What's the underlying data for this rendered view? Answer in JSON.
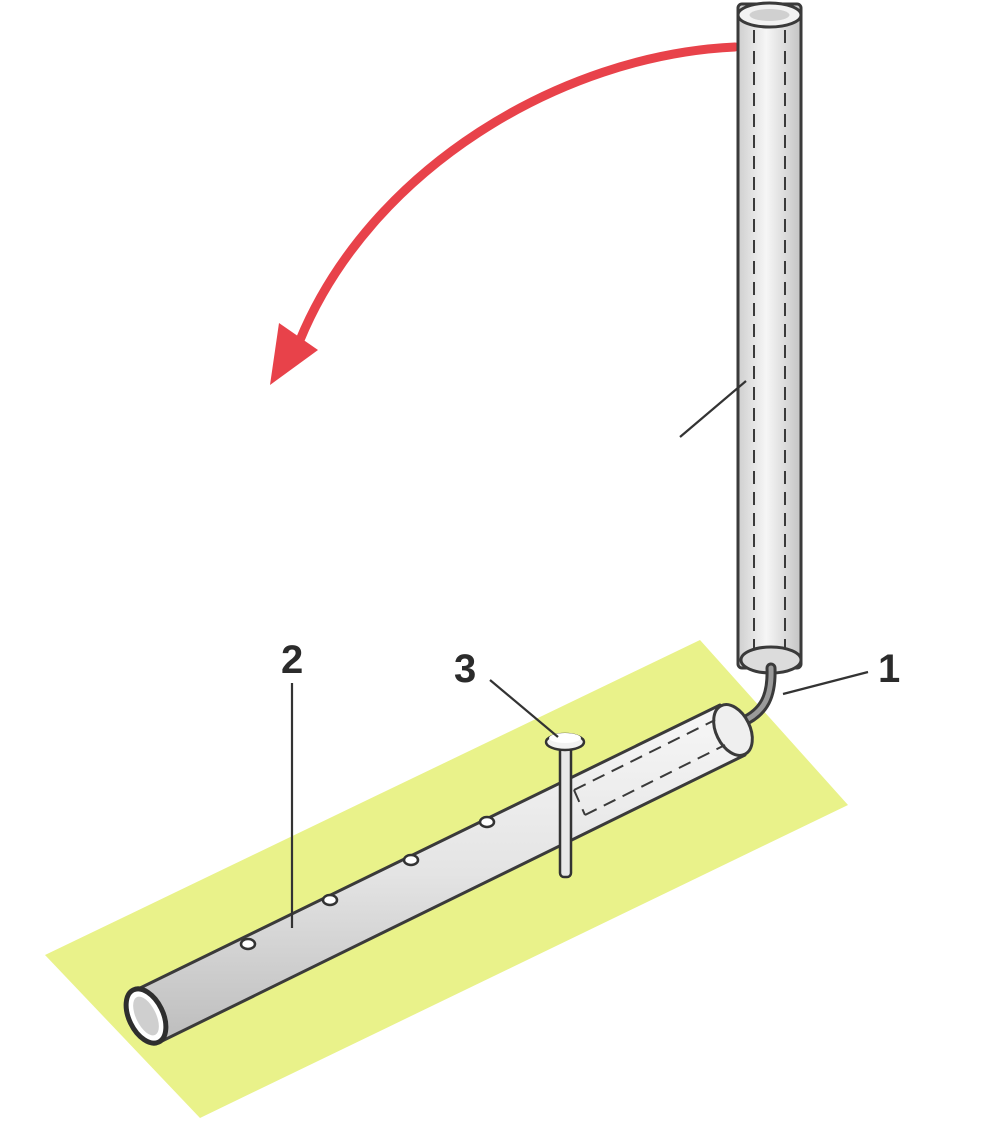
{
  "labels": {
    "tube": "1",
    "pipe": "2",
    "nail": "3"
  },
  "colors": {
    "ground_patch": "#e9f28a",
    "pipe_fill": "#e6e6e6",
    "arrow": "#e8424a",
    "outline": "#3a3a3a"
  }
}
